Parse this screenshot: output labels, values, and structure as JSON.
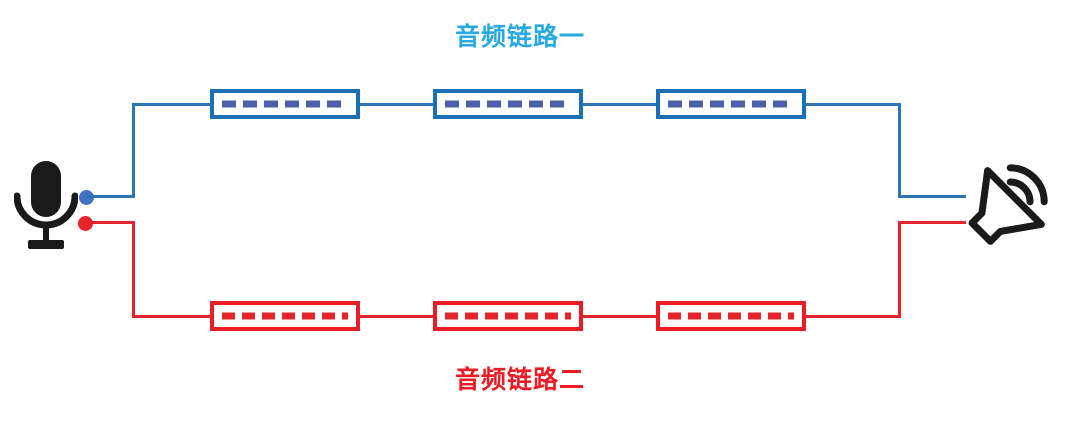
{
  "diagram": {
    "title_top": "音频链路一",
    "title_bottom": "音频链路二",
    "source_icon": "microphone-icon",
    "sink_icon": "speaker-icon",
    "icon_color": "#1a1a1a",
    "links": [
      {
        "id": "link1",
        "label": "音频链路一",
        "label_color": "#29A9E1",
        "line_color": "#2E75B6",
        "border_color": "#1B6FB5",
        "dash_color": "#4C61AC",
        "dot_color": "#4472C4",
        "node_count": 3,
        "node_style": "dashed"
      },
      {
        "id": "link2",
        "label": "音频链路二",
        "label_color": "#ED1C24",
        "line_color": "#E3242B",
        "border_color": "#EC1C24",
        "dash_color": "#E3242B",
        "dot_color": "#E8242B",
        "node_count": 3,
        "node_style": "dashed"
      }
    ]
  }
}
